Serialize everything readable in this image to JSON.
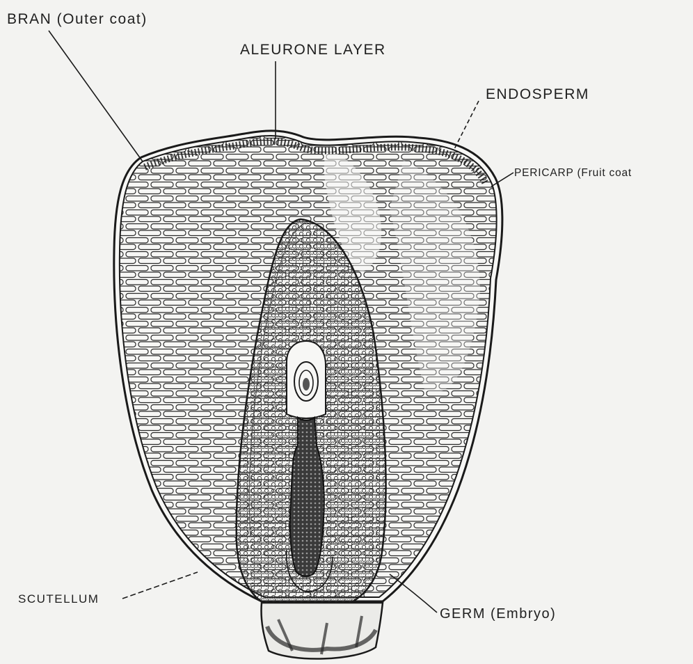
{
  "labels": {
    "bran": "BRAN (Outer coat)",
    "aleurone": "ALEURONE LAYER",
    "endosperm": "ENDOSPERM",
    "pericarp": "PERICARP (Fruit coat",
    "scutellum": "SCUTELLUM",
    "germ": "GERM (Embryo)"
  },
  "colors": {
    "background": "#f3f3f1",
    "ink": "#1c1c1c",
    "embryo_axis": "#2b2b2b"
  }
}
